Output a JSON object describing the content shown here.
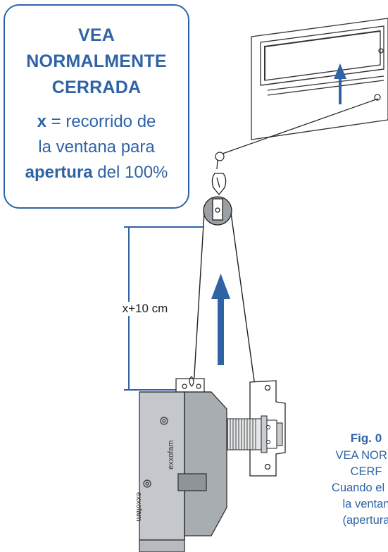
{
  "callout": {
    "title_line1": "VEA",
    "title_line2": "NORMALMENTE",
    "title_line3": "CERRADA",
    "var_symbol": "x",
    "line1_rest": " = recorrido de",
    "line2": "la ventana para",
    "line3_bold": "apertura",
    "line3_rest": " del 100%"
  },
  "dimension": {
    "label": "x+10 cm"
  },
  "device": {
    "brand": "exxofam"
  },
  "caption": {
    "fig_label": "Fig. 0",
    "line1": "VEA NORM",
    "line2": "CERF",
    "line3": "Cuando el po",
    "line4": "la ventan",
    "line5": "(apertura"
  },
  "colors": {
    "accent": "#2f63a6",
    "device_body": "#c4c7cb",
    "device_dark": "#8f9499"
  }
}
